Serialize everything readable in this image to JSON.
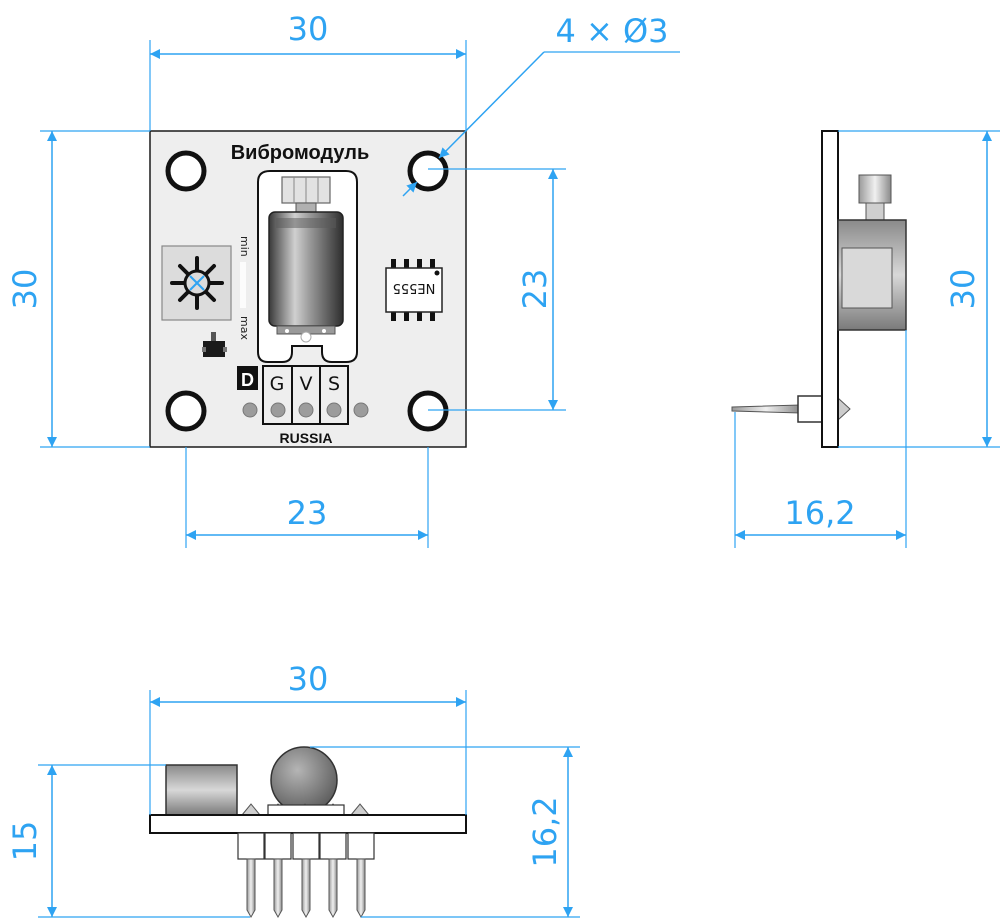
{
  "colors": {
    "dimension": "#2ea3f2",
    "board": "#eeeeee",
    "outline": "#1a1a1a",
    "chip": "#ffffff",
    "motor": "#7a7a7a"
  },
  "labels": {
    "board_title": "Вибромодуль",
    "pot_min": "min",
    "pot_max": "max",
    "digital_badge": "D",
    "pin_g": "G",
    "pin_v": "V",
    "pin_s": "S",
    "country": "RUSSIA",
    "chip_marking": "NE555"
  },
  "dimensions": {
    "top_width": "30",
    "holes": "4 × Ø3",
    "left_height": "30",
    "hole_vertical": "23",
    "hole_horizontal": "23",
    "side_height": "30",
    "side_depth": "16,2",
    "bottom_width": "30",
    "bottom_height_left": "15",
    "bottom_height_right": "16,2"
  }
}
